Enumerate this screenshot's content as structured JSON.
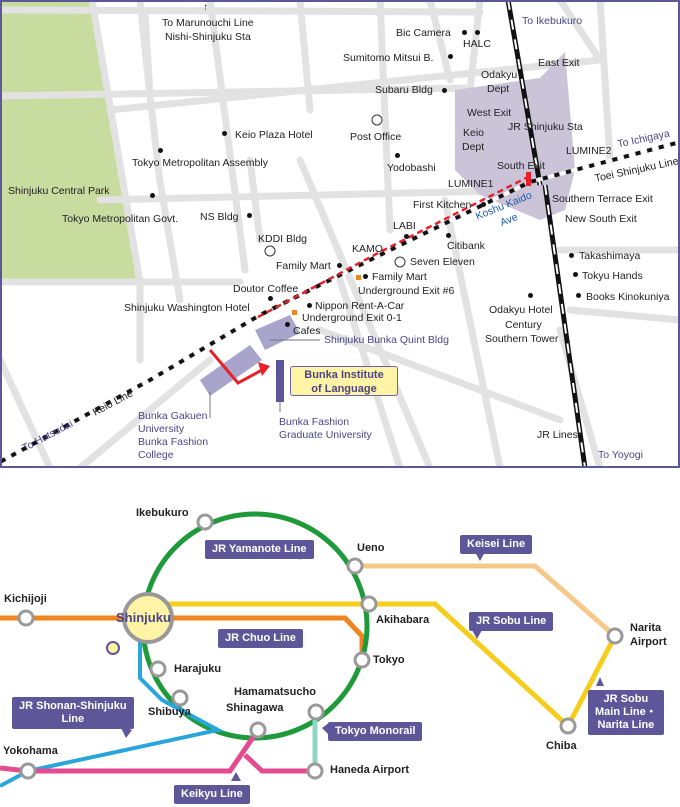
{
  "map": {
    "edge_labels": {
      "to_marunouchi": "To Marunouchi Line",
      "nishi_shinjuku_sta": "Nishi-Shinjuku Sta",
      "to_ikebukuro": "To Ikebukuro",
      "to_ichigaya": "To Ichigaya",
      "toei_shinjuku_line": "Toei Shinjuku Line",
      "to_hatsudai": "To Hatsudai",
      "to_yoyogi": "To Yoyogi",
      "keio_line": "Keio Line",
      "jr_lines": "JR Lines",
      "koshu_kaido": "Koshu Kaido",
      "ave": "Ave"
    },
    "park": "Shinjuku Central Park",
    "places": {
      "bic_camera": "Bic Camera",
      "halc": "HALC",
      "sumitomo": "Sumitomo Mitsui B.",
      "subaru": "Subaru Bldg",
      "odakyu_dept": "Odakyu",
      "odakyu_dept2": "Dept",
      "east_exit": "East Exit",
      "keio_plaza": "Keio Plaza Hotel",
      "post_office": "Post Office",
      "west_exit": "West Exit",
      "jr_shinjuku_sta": "JR Shinjuku Sta",
      "keio_dept": "Keio",
      "keio_dept2": "Dept",
      "tma": "Tokyo Metropolitan Assembly",
      "yodobashi": "Yodobashi",
      "lumine2": "LUMINE2",
      "south_exit": "South Exit",
      "lumine1": "LUMINE1",
      "southern_terrace_exit": "Southern Terrace Exit",
      "tmg": "Tokyo Metropolitan Govt.",
      "ns_bldg": "NS Bldg",
      "first_kitchen": "First Kitchen",
      "new_south_exit": "New South Exit",
      "labi": "LABI",
      "kddi": "KDDI Bldg",
      "kamo": "KAMO",
      "citibank": "Citibank",
      "takashimaya": "Takashimaya",
      "family_mart_1": "Family Mart",
      "seven_eleven": "Seven Eleven",
      "tokyu_hands": "Tokyu Hands",
      "family_mart_2": "Family Mart",
      "underground_exit_6": "Underground Exit #6",
      "doutor": "Doutor Coffee",
      "books_kinokuniya": "Books Kinokuniya",
      "nippon_rent": "Nippon Rent-A-Car",
      "washington_hotel": "Shinjuku Washington Hotel",
      "odakyu_hotel": "Odakyu Hotel",
      "century": "Century",
      "southern_tower": "Southern Tower",
      "underground_exit_01": "Underground Exit 0-1",
      "cafes": "Cafes",
      "quint_bldg": "Shinjuku Bunka Quint Bldg"
    },
    "callout": [
      "Bunka Institute",
      "of Language"
    ],
    "bunka_gakuen": [
      "Bunka Gakuen",
      "University",
      "Bunka Fashion",
      "College"
    ],
    "bunka_fashion_grad": [
      "Bunka Fashion",
      "Graduate University"
    ],
    "colors": {
      "park": "#c8dca0",
      "station": "#cbc3d8",
      "building": "#a8a4cc",
      "street": "#e2e2e2",
      "route": "#e8202a",
      "border": "#5d579a"
    }
  },
  "rail": {
    "hub": "Shinjuku",
    "stations": {
      "ikebukuro": "Ikebukuro",
      "ueno": "Ueno",
      "kichijoji": "Kichijoji",
      "akihabara": "Akihabara",
      "narita_airport": [
        "Narita",
        "Airport"
      ],
      "harajuku": "Harajuku",
      "tokyo": "Tokyo",
      "shibuya": "Shibuya",
      "hamamatsucho": "Hamamatsucho",
      "shinagawa": "Shinagawa",
      "chiba": "Chiba",
      "yokohama": "Yokohama",
      "haneda_airport": "Haneda Airport"
    },
    "lines": {
      "yamanote": "JR Yamanote Line",
      "keisei": "Keisei Line",
      "sobu": "JR Sobu Line",
      "chuo": "JR Chuo Line",
      "shonan": [
        "JR Shonan-Shinjuku",
        "Line"
      ],
      "monorail": "Tokyo Monorail",
      "sobu_main": [
        "JR Sobu",
        "Main Line・",
        "Narita Line"
      ],
      "keikyu": "Keikyu Line"
    },
    "colors": {
      "yamanote": "#1e9a3a",
      "chuo": "#f0841e",
      "sobu": "#f5cd1c",
      "keisei": "#f5c98a",
      "shonan": "#2aa5dc",
      "keikyu": "#e44a90",
      "monorail": "#8fd6c6",
      "tag": "#5d579a"
    }
  }
}
